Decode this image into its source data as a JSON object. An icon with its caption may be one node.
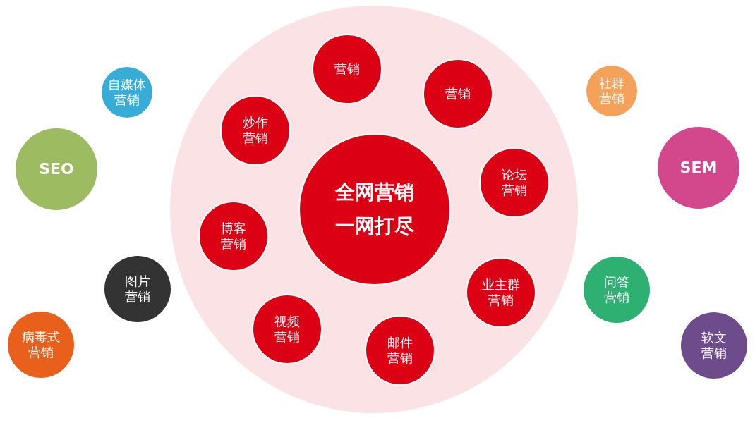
{
  "diagram": {
    "nodes": [
      {
        "text": [],
        "shape": "circle"
      },
      {
        "text": [
          "全网营销",
          "一网打尽"
        ],
        "in": 0
      },
      {
        "text": [
          "营销"
        ],
        "in": 0
      },
      {
        "text": [
          "营销"
        ],
        "in": 0
      },
      {
        "text": [
          "炒作营销"
        ],
        "in": 0
      },
      {
        "text": [
          "论坛营销"
        ],
        "in": 0
      },
      {
        "text": [
          "博客营销"
        ],
        "in": 0
      },
      {
        "text": [
          "业主群营销"
        ],
        "in": 0
      },
      {
        "text": [
          "视频营销"
        ],
        "in": 0
      },
      {
        "text": [
          "邮件营销"
        ],
        "in": 0
      },
      {
        "text": [
          "自媒体营销"
        ]
      },
      {
        "text": [
          "SEO"
        ]
      },
      {
        "text": [
          "图片营销"
        ]
      },
      {
        "text": [
          "病毒式营销"
        ]
      },
      {
        "text": [
          "社群营销"
        ]
      },
      {
        "text": [
          "SEM"
        ]
      },
      {
        "text": [
          "问答营销"
        ]
      },
      {
        "text": [
          "软文营销"
        ]
      }
    ],
    "edges": []
  }
}
